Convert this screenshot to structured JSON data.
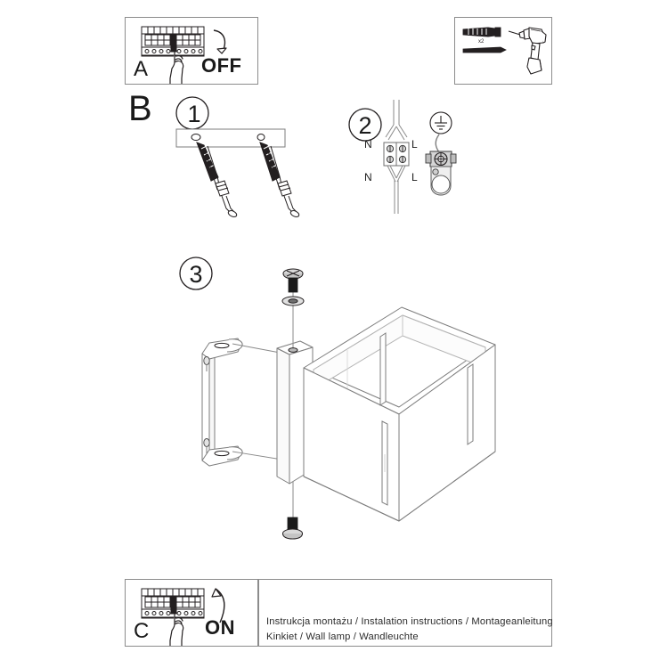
{
  "document": {
    "type": "installation-instruction-sheet",
    "product": "Wall lamp (cube)",
    "page_size": "750x750"
  },
  "panel_a": {
    "letter": "A",
    "action_label": "OFF",
    "icon": "circuit-breaker-panel-hand-icon",
    "description": "Switch off power at the fuse box"
  },
  "panel_tools": {
    "items": [
      {
        "icon": "wall-plug-icon",
        "qty_label": "x2"
      },
      {
        "icon": "screw-icon",
        "qty_label": ""
      },
      {
        "icon": "power-drill-icon",
        "qty_label": ""
      }
    ]
  },
  "panel_b": {
    "letter": "B",
    "steps": [
      {
        "number": "1",
        "description": "Drill holes and insert wall plugs with screws"
      },
      {
        "number": "2",
        "description": "Connect wires to terminal block and earth"
      },
      {
        "number": "3",
        "description": "Mount bracket and attach lamp body with screws"
      }
    ]
  },
  "step2": {
    "terminal_labels": {
      "top_left": "N",
      "top_right": "L",
      "bottom_left": "N",
      "bottom_right": "L"
    },
    "earth_symbol": "earth-ground-icon"
  },
  "panel_c": {
    "letter": "C",
    "action_label": "ON",
    "icon": "circuit-breaker-panel-hand-icon",
    "description": "Switch power back on at the fuse box"
  },
  "caption": {
    "line1": "Instrukcja montażu / Instalation instructions / Montageanleitung",
    "line2": "Kinkiet  / Wall lamp / Wandleuchte"
  },
  "colors": {
    "line": "#231f20",
    "frame": "#8c8c8c",
    "light_line": "#9a9a9a",
    "fill_white": "#ffffff",
    "metal_dark": "#1a1a1a"
  }
}
